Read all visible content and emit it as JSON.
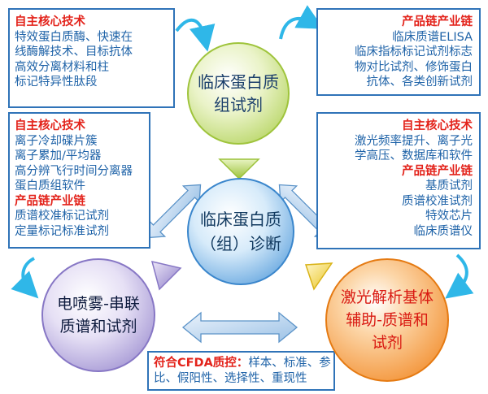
{
  "boxes": {
    "top_left": {
      "heading": "自主核心技术",
      "lines": [
        "特效蛋白质酶、快速在",
        "线酶解技术、目标抗体",
        "高效分离材料和柱",
        "标记特异性肽段"
      ]
    },
    "top_right": {
      "heading": "产品链产业链",
      "lines": [
        "临床质谱ELISA",
        "临床指标标记试剂标志",
        "物对比试剂、修饰蛋白",
        "抗体、各类创新试剂"
      ]
    },
    "mid_left": {
      "heading1": "自主核心技术",
      "lines1": [
        "离子冷却碟片簇",
        "离子累加/平均器",
        "高分辨飞行时间分离器",
        "蛋白质组软件"
      ],
      "heading2": "产品链产业链",
      "lines2": [
        "质谱校准标记试剂",
        "定量标记标准试剂"
      ]
    },
    "mid_right": {
      "heading1": "自主核心技术",
      "lines1": [
        "激光频率提升、离子光",
        "学高压、数据库和软件"
      ],
      "heading2": "产品链产业链",
      "lines2": [
        "基质试剂",
        "质谱校准试剂",
        "特效芯片",
        "临床质谱仪"
      ]
    },
    "bottom": {
      "label": "符合CFDA质控：",
      "line1_rest": "样本、标准、参",
      "line2": "比、假阳性、选择性、重现性"
    }
  },
  "circles": {
    "top": "临床蛋白质\n组试剂",
    "center": "临床蛋白质\n（组）诊断",
    "left": "电喷雾-串联\n质谱和试剂",
    "right": "激光解析基体\n辅助-质谱和\n试剂"
  },
  "colors": {
    "box_border": "#2f73b8",
    "heading_red": "#e3231b",
    "text_blue": "#1f63a8",
    "green": "#a7cc45",
    "blue": "#3f8fd6",
    "purple": "#8c7cc8",
    "orange": "#f07d12"
  }
}
